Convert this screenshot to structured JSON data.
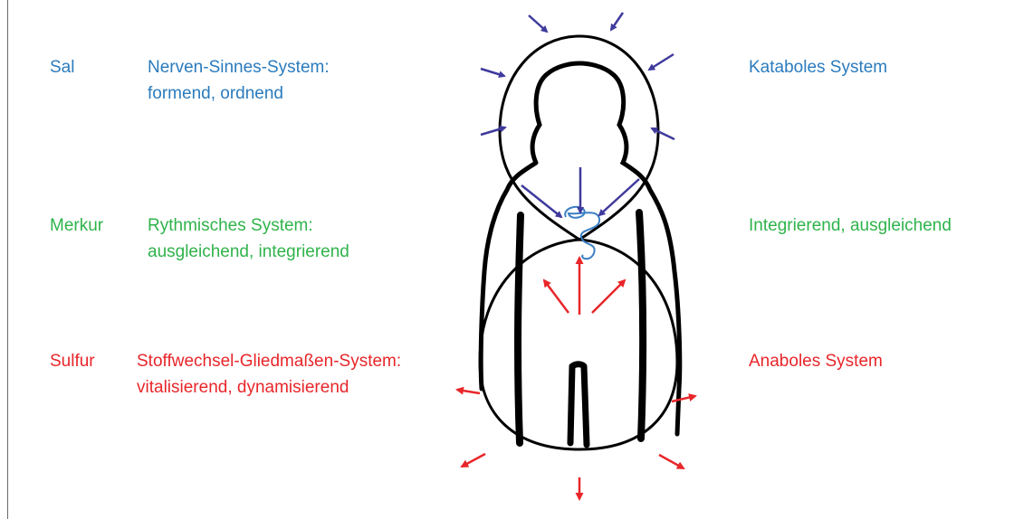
{
  "colors": {
    "blue_text": "#2b7bbd",
    "green_text": "#2fb34a",
    "red_text": "#e8262a",
    "inward_arrows": "#3f3a9c",
    "outward_arrows": "#e8262a",
    "outline": "#000000"
  },
  "rows": [
    {
      "element": "Sal",
      "system_line1": "Nerven-Sinnes-System:",
      "system_line2": "formend, ordnend",
      "right_label": "Kataboles System"
    },
    {
      "element": "Merkur",
      "system_line1": "Rythmisches System:",
      "system_line2": "ausgleichend, integrierend",
      "right_label": "Integrierend, ausgleichend"
    },
    {
      "element": "Sulfur",
      "system_line1": "Stoffwechsel-Gliedmaßen-System:",
      "system_line2": "vitalisierend, dynamisierend",
      "right_label": "Anaboles System"
    }
  ]
}
